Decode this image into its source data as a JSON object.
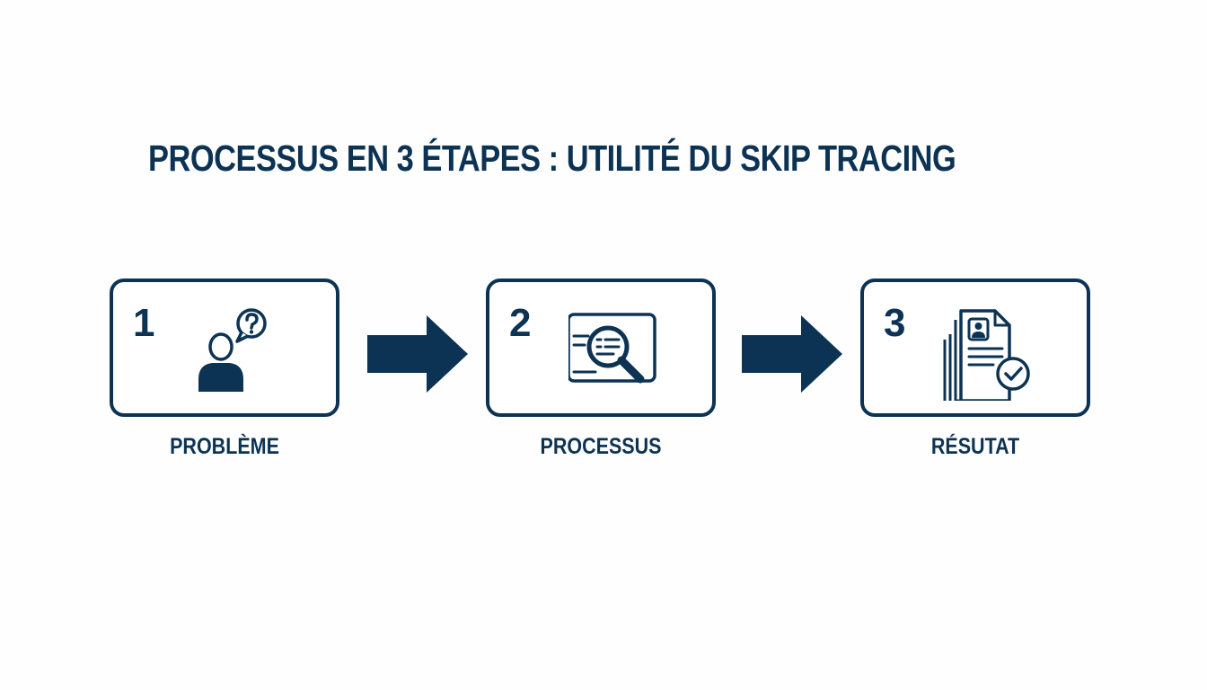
{
  "title": "PROCESSUS EN 3 ÉTAPES : UTILITÉ DU SKIP TRACING",
  "colors": {
    "primary": "#0d3354",
    "background": "#fefefe"
  },
  "steps": [
    {
      "number": "1",
      "label": "PROBLÈME",
      "icon": "person-question-icon"
    },
    {
      "number": "2",
      "label": "PROCESSUS",
      "icon": "document-search-icon"
    },
    {
      "number": "3",
      "label": "RÉSUTAT",
      "icon": "documents-check-icon"
    }
  ],
  "connectors": [
    "arrow-right-icon",
    "arrow-right-icon"
  ]
}
